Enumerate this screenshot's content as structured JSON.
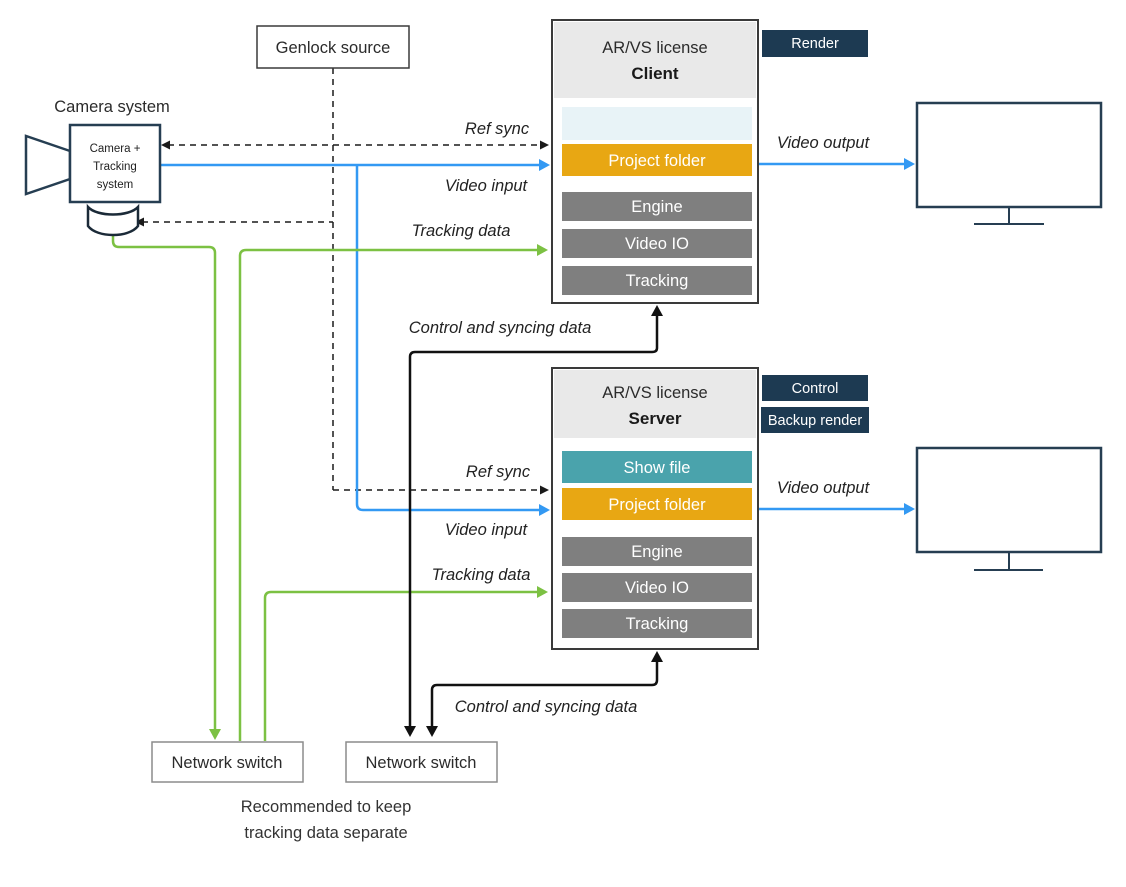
{
  "camera": {
    "title": "Camera system",
    "line1": "Camera +",
    "line2": "Tracking",
    "line3": "system"
  },
  "genlock": {
    "label": "Genlock source"
  },
  "client": {
    "license": "AR/VS license",
    "role": "Client",
    "badge": "Render",
    "project_folder": "Project folder",
    "engine": "Engine",
    "video_io": "Video IO",
    "tracking": "Tracking"
  },
  "server": {
    "license": "AR/VS license",
    "role": "Server",
    "badge_control": "Control",
    "badge_backup": "Backup render",
    "show_file": "Show file",
    "project_folder": "Project folder",
    "engine": "Engine",
    "video_io": "Video IO",
    "tracking": "Tracking"
  },
  "labels": {
    "ref_sync": "Ref sync",
    "video_input": "Video input",
    "tracking_data": "Tracking data",
    "video_output": "Video output",
    "control_sync": "Control and syncing data"
  },
  "switches": {
    "left": "Network switch",
    "right": "Network switch"
  },
  "note": {
    "line1": "Recommended to keep",
    "line2": "tracking data separate"
  },
  "colors": {
    "accent_blue": "#3399f3",
    "accent_green": "#7cc143",
    "navy": "#1d3a52",
    "orange": "#e8a713",
    "teal": "#4aa3ac",
    "module_gray": "#7f7f7f",
    "header_gray": "#e9e9e9",
    "pale_blue": "#e8f3f7"
  }
}
